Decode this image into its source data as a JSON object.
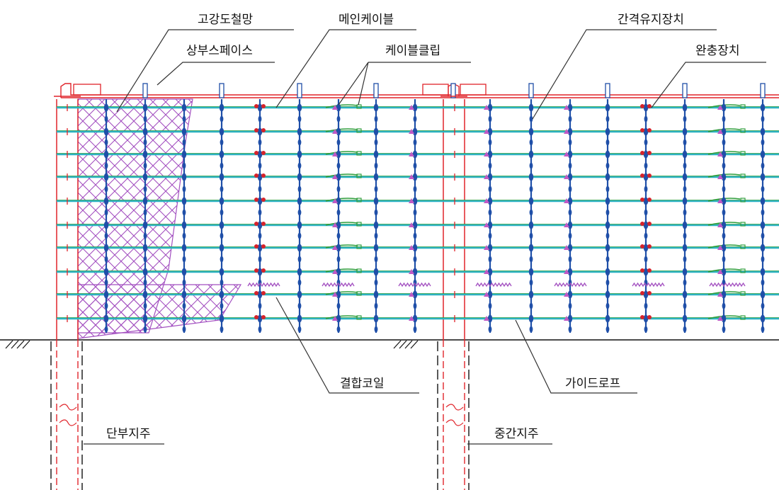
{
  "labels": {
    "high_strength_mesh": "고강도철망",
    "upper_space": "상부스페이스",
    "main_cable": "메인케이블",
    "cable_clip": "케이블클립",
    "spacing_device": "간격유지장치",
    "buffer_device": "완충장치",
    "coupling_coil": "결합코일",
    "guide_rope": "가이드로프",
    "end_post": "단부지주",
    "middle_post": "중간지주"
  },
  "colors": {
    "post": "#e0242a",
    "cable": "#2db2c2",
    "cable_green": "#2f9e3c",
    "spacer": "#1f4fa8",
    "mesh": "#a24fc0",
    "buffer": "#d6232b",
    "clip": "#c05ac6",
    "leader": "#333333",
    "ground": "#111111"
  }
}
